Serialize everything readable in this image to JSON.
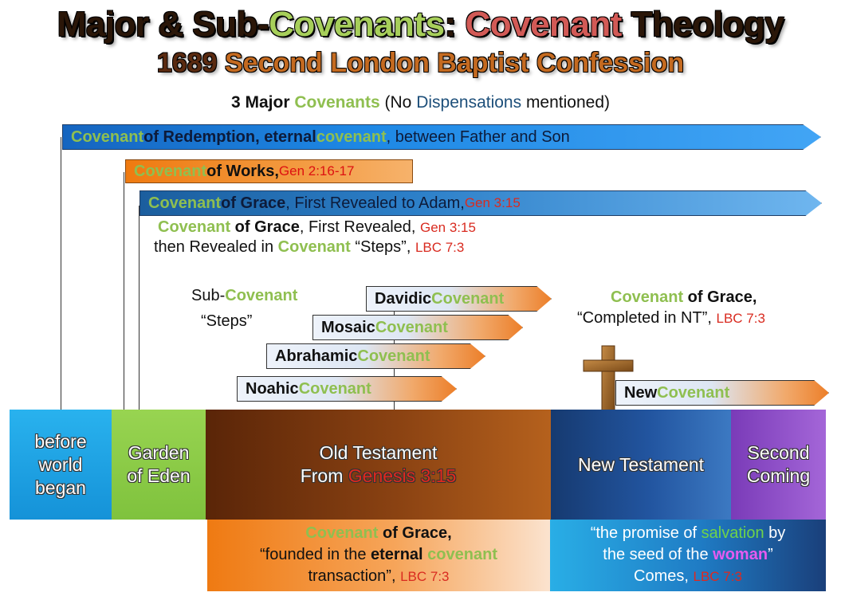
{
  "title": {
    "line1_part1": "Major & Sub-",
    "line1_part2": "Covenants",
    "line1_part3": ": ",
    "line1_part4": "Covenant",
    "line1_part5": " Theology",
    "line2_part1": "1689 ",
    "line2_part2": "Second London Baptist Confession"
  },
  "header": {
    "part1": "3 Major ",
    "part2": "Covenants",
    "part3": " (No ",
    "part4": "Dispensations",
    "part5": " mentioned)"
  },
  "major_arrows": {
    "redemption": {
      "w1": "Covenant",
      "w2": " of Redemption, eternal ",
      "w3": "covenant",
      "w4": " , between Father and Son"
    },
    "works": {
      "w1": "Covenant",
      "w2": " of Works, ",
      "ref": "Gen 2:16-17"
    },
    "grace": {
      "w1": "Covenant",
      "w2": " of Grace",
      "w3": ", First Revealed to Adam, ",
      "ref": "Gen 3:15"
    }
  },
  "grace_note": {
    "l1a": "Covenant",
    "l1b": " of Grace",
    "l1c": ", First Revealed, ",
    "l1ref": "Gen 3:15",
    "l2a": "then Revealed in ",
    "l2b": "Covenant",
    "l2c": " “Steps”, ",
    "l2ref": "LBC 7:3"
  },
  "sub_label": {
    "a": "Sub-",
    "b": "Covenant",
    "c": "“Steps”"
  },
  "sub_covenants": [
    {
      "name": "Davidic ",
      "suffix": "Covenant"
    },
    {
      "name": "Mosaic ",
      "suffix": "Covenant"
    },
    {
      "name": "Abrahamic ",
      "suffix": "Covenant"
    },
    {
      "name": "Noahic ",
      "suffix": "Covenant"
    }
  ],
  "completed": {
    "a": "Covenant",
    "b": " of Grace,",
    "c": "“Completed in NT”, ",
    "ref": "LBC 7:3"
  },
  "new_covenant": {
    "name": "New ",
    "suffix": "Covenant"
  },
  "timeline": {
    "before": "before world began",
    "garden": "Garden of Eden",
    "ot_line1": "Old Testament",
    "ot_line2a": "From ",
    "ot_line2b": "Genesis 3:15",
    "nt": "New Testament",
    "second": "Second Coming"
  },
  "bottom_left": {
    "a": "Covenant",
    "b": " of Grace,",
    "c": "“founded in the ",
    "d": "eternal",
    "e": " ",
    "f": "covenant",
    "g": "transaction”, ",
    "ref": "LBC 7:3"
  },
  "bottom_right": {
    "a": "“the promise of ",
    "b": "salvation",
    "c": " by",
    "d": "the seed of the ",
    "e": "woman",
    "f": "”",
    "g": "Comes, ",
    "ref": "LBC 7:3"
  },
  "colors": {
    "covenant_green": "#8fbf50",
    "reference_red": "#d92b20",
    "before_world": "#1ea5e6",
    "garden": "#8fce4d",
    "old_testament": "#7a3a12",
    "new_testament": "#1e4a8a",
    "second_coming": "#8a4fc0",
    "cross": "#9b6a2c"
  }
}
